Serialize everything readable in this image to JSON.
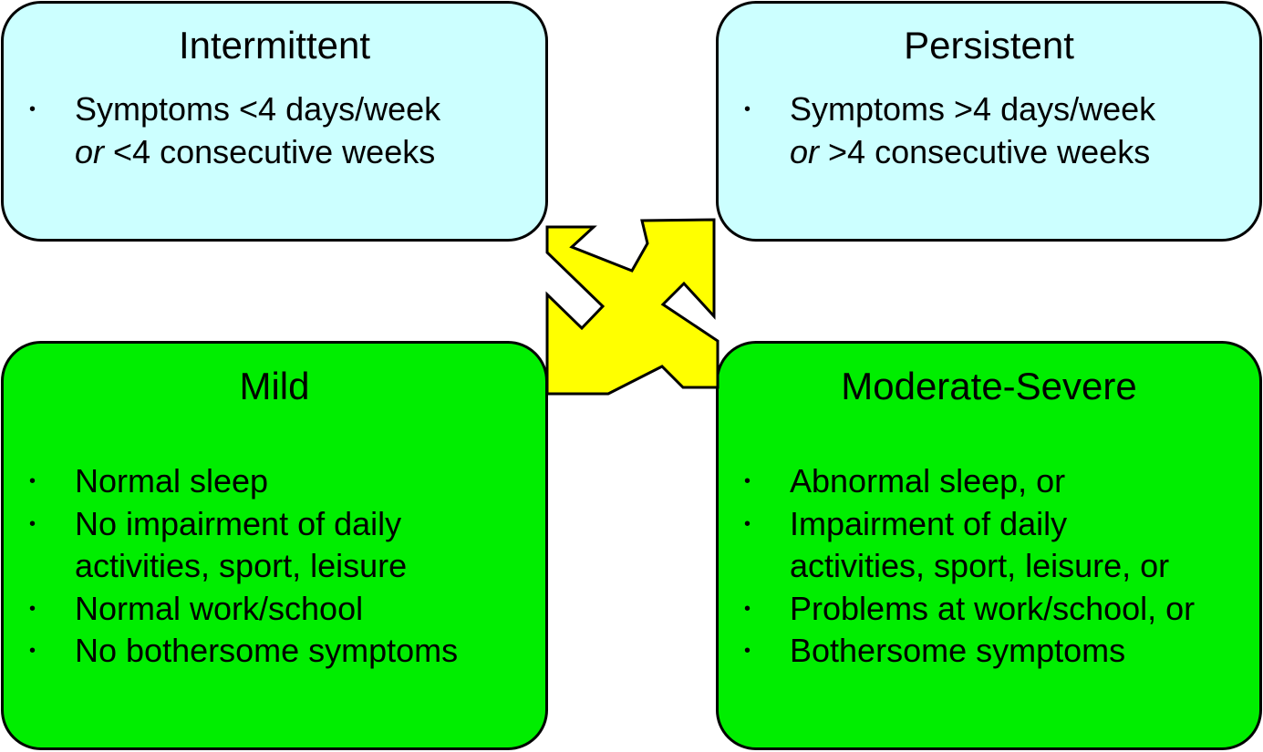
{
  "colors": {
    "duration_box_fill": "#ccffff",
    "severity_box_fill": "#00ee00",
    "arrow_fill": "#ffff00",
    "outline": "#000000"
  },
  "boxes": [
    {
      "title": "Intermittent",
      "items": [
        {
          "lines": [
            {
              "segments": [
                {
                  "text": "Symptoms <4 days/week",
                  "italic": false
                }
              ]
            },
            {
              "segments": [
                {
                  "text": "or",
                  "italic": true
                },
                {
                  "text": " <4 consecutive weeks",
                  "italic": false
                }
              ]
            }
          ]
        }
      ]
    },
    {
      "title": "Persistent",
      "items": [
        {
          "lines": [
            {
              "segments": [
                {
                  "text": "Symptoms >4 days/week",
                  "italic": false
                }
              ]
            },
            {
              "segments": [
                {
                  "text": "or",
                  "italic": true
                },
                {
                  "text": " >4 consecutive weeks",
                  "italic": false
                }
              ]
            }
          ]
        }
      ]
    },
    {
      "title": "Mild",
      "items": [
        {
          "lines": [
            {
              "segments": [
                {
                  "text": "Normal sleep",
                  "italic": false
                }
              ]
            }
          ]
        },
        {
          "lines": [
            {
              "segments": [
                {
                  "text": "No impairment of daily",
                  "italic": false
                }
              ]
            },
            {
              "segments": [
                {
                  "text": "activities, sport, leisure",
                  "italic": false
                }
              ]
            }
          ]
        },
        {
          "lines": [
            {
              "segments": [
                {
                  "text": "Normal work/school",
                  "italic": false
                }
              ]
            }
          ]
        },
        {
          "lines": [
            {
              "segments": [
                {
                  "text": "No bothersome symptoms",
                  "italic": false
                }
              ]
            }
          ]
        }
      ]
    },
    {
      "title": "Moderate-Severe",
      "items": [
        {
          "lines": [
            {
              "segments": [
                {
                  "text": "Abnormal sleep, or",
                  "italic": false
                }
              ]
            }
          ]
        },
        {
          "lines": [
            {
              "segments": [
                {
                  "text": "Impairment of daily",
                  "italic": false
                }
              ]
            },
            {
              "segments": [
                {
                  "text": "activities, sport, leisure, or",
                  "italic": false
                }
              ]
            }
          ]
        },
        {
          "lines": [
            {
              "segments": [
                {
                  "text": "Problems at work/school, or",
                  "italic": false
                }
              ]
            }
          ]
        },
        {
          "lines": [
            {
              "segments": [
                {
                  "text": "Bothersome symptoms",
                  "italic": false
                }
              ]
            }
          ]
        }
      ]
    }
  ],
  "connector": {
    "icon": "four-way-diagonal-arrow-icon"
  }
}
